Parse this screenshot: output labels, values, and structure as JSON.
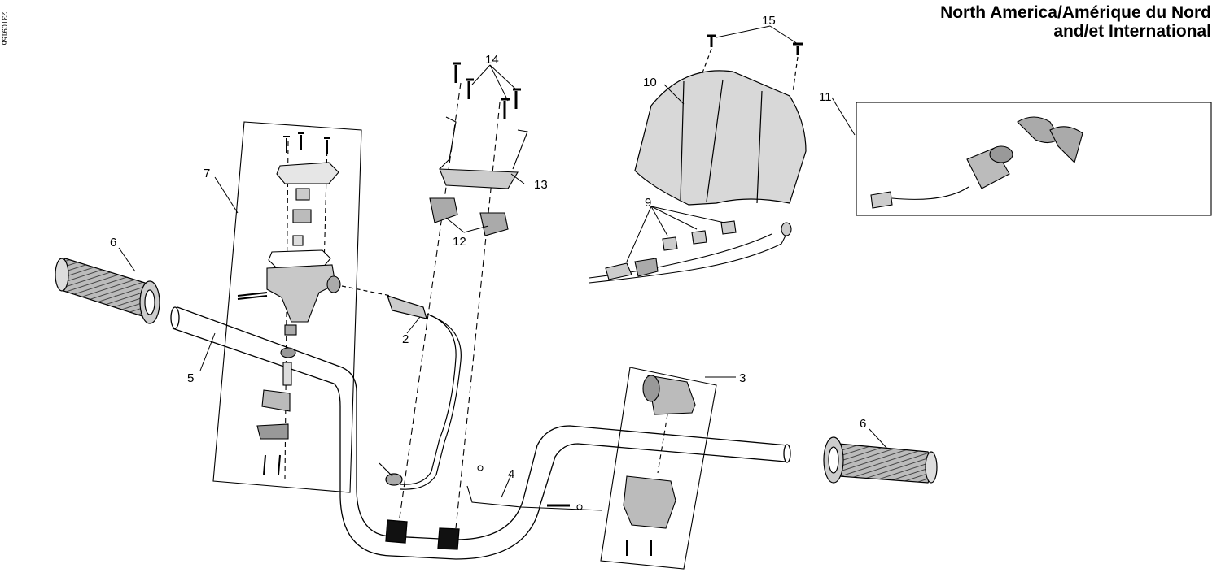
{
  "drawing_id": "23T0915b",
  "region_title": {
    "line1": "North America/Amérique du Nord",
    "line2": "and/et International"
  },
  "callouts": {
    "c2": "2",
    "c3": "3",
    "c4": "4",
    "c5": "5",
    "c6_left": "6",
    "c6_right": "6",
    "c7": "7",
    "c9": "9",
    "c10": "10",
    "c11": "11",
    "c12": "12",
    "c13": "13",
    "c14": "14",
    "c15": "15"
  }
}
